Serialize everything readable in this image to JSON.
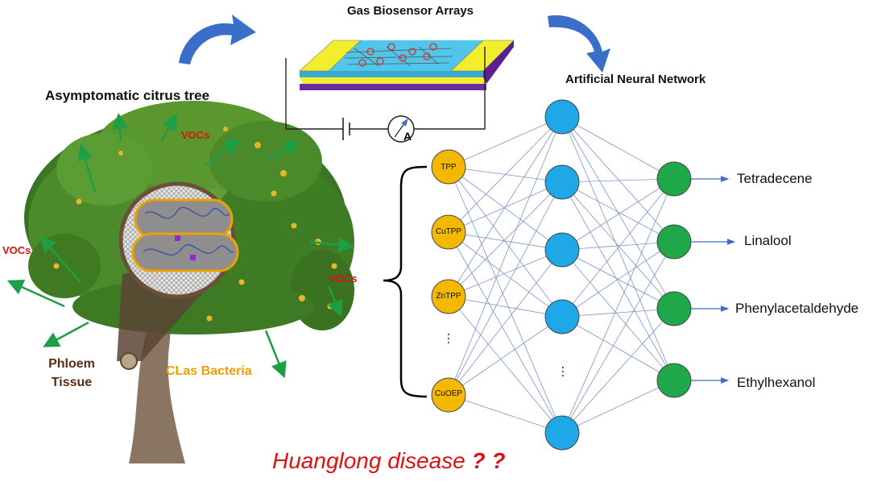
{
  "titles": {
    "sensor": "Gas Biosensor Arrays",
    "network": "Artificial Neural Network",
    "tree": "Asymptomatic citrus tree"
  },
  "voc_label": "VOCs",
  "tree_labels": {
    "phloem_line1": "Phloem",
    "phloem_line2": "Tissue",
    "bacteria": "CLas Bacteria"
  },
  "inputs": [
    "TPP",
    "CuTPP",
    "ZnTPP",
    "CuOEP"
  ],
  "ellipsis": "…",
  "outputs": [
    "Tetradecene",
    "Linalool",
    "Phenylacetaldehyde",
    "Ethylhexanol"
  ],
  "ammeter_symbol": "A",
  "caption": {
    "text": "Huanglong disease ",
    "marks": "? ?"
  },
  "colors": {
    "input_node": "#F5B800",
    "hidden_node": "#1FA8E8",
    "output_node": "#1EA84A",
    "edge": "#7A95C8",
    "voc_text": "#E01010",
    "caption_text": "#E01010",
    "bacteria_text": "#E8A000",
    "phloem_text": "#5A2A14",
    "arrow_blue": "#3A6FC9",
    "voc_arrow": "#1E9E45",
    "electrode": "#F2EE2E",
    "channel": "#4FC6EA",
    "substrate": "#6C2BA0"
  }
}
